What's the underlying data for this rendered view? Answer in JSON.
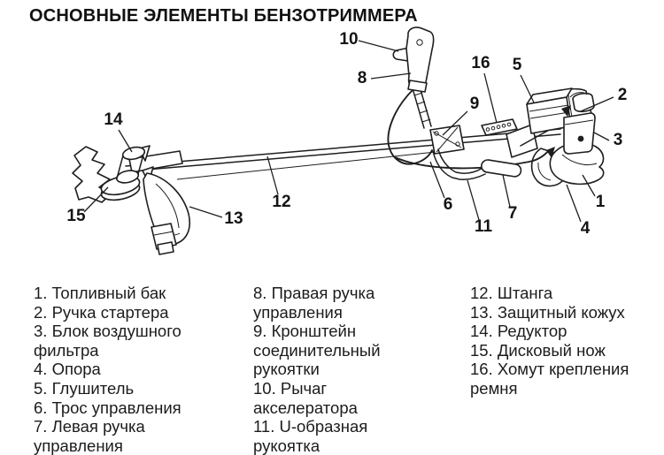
{
  "title": "ОСНОВНЫЕ ЭЛЕМЕНТЫ БЕНЗОТРИММЕРА",
  "diagram": {
    "callouts": {
      "n1": "1",
      "n2": "2",
      "n3": "3",
      "n4": "4",
      "n5": "5",
      "n6": "6",
      "n7": "7",
      "n8": "8",
      "n9": "9",
      "n10": "10",
      "n11": "11",
      "n12": "12",
      "n13": "13",
      "n14": "14",
      "n15": "15",
      "n16": "16"
    }
  },
  "legend": {
    "columns": [
      {
        "items": [
          "1. Топливный бак",
          "2. Ручка стартера",
          "3. Блок воздушного фильтра",
          "4. Опора",
          "5. Глушитель",
          "6. Трос управления",
          "7. Левая ручка управления"
        ]
      },
      {
        "items": [
          "8. Правая ручка управления",
          "9. Кронштейн соединительный рукоятки",
          "10. Рычаг акселератора",
          "11. U-образная рукоятка"
        ]
      },
      {
        "items": [
          "12. Штанга",
          "13. Защитный кожух",
          "14. Редуктор",
          "15. Дисковый нож",
          "16. Хомут крепления ремня"
        ]
      }
    ]
  }
}
